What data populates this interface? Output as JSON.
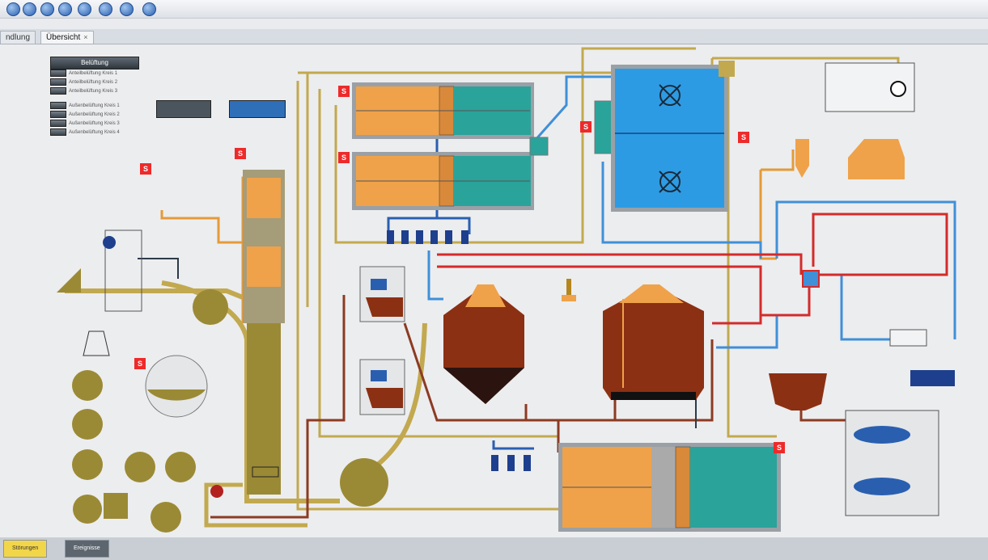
{
  "tabs": [
    "ndlung",
    "Übersicht"
  ],
  "tab_close": "×",
  "aeration_panel": {
    "title": "Belüftung",
    "items": [
      "Anteilbelüftung Kreis 1",
      "Anteilbelüftung Kreis 2",
      "Anteilbelüftung Kreis 3",
      "Außenbelüftung Kreis 1",
      "Außenbelüftung Kreis 2",
      "Außenbelüftung Kreis 3",
      "Außenbelüftung Kreis 4"
    ]
  },
  "status_marker": "S",
  "bottom_tabs": [
    "Störungen",
    "Ereignisse"
  ],
  "colors": {
    "yellow_pipe": "#c2a94f",
    "orange_pipe": "#e59a38",
    "blue_pipe": "#3f90d8",
    "red_pipe": "#d42b2b",
    "brown_pipe": "#8c3b22",
    "olive_tank": "#9b8a35",
    "orange_tank": "#efa24a",
    "teal_tank": "#2aa39a",
    "blue_tank": "#2d9be3",
    "digester": "#8c3013"
  },
  "icons": [
    "back-icon",
    "forward-icon",
    "home-icon",
    "refresh-icon",
    "print-icon",
    "settings-icon",
    "help-icon",
    "info-icon"
  ]
}
